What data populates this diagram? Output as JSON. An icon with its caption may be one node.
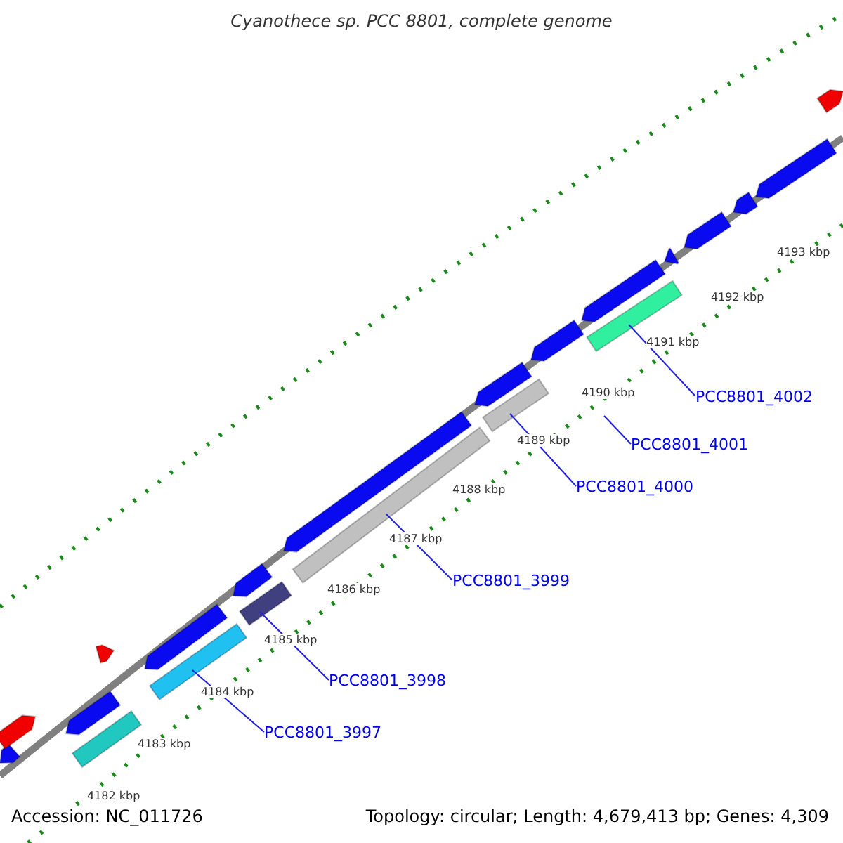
{
  "diagram": {
    "title": "Cyanothece sp. PCC 8801, complete genome",
    "nodes": [
      {
        "text": [
          "PCC8801_3997"
        ]
      },
      {
        "text": [
          "PCC8801_3998"
        ]
      },
      {
        "text": [
          "PCC8801_3999"
        ]
      },
      {
        "text": [
          "PCC8801_4000"
        ]
      },
      {
        "text": [
          "PCC8801_4001"
        ]
      },
      {
        "text": [
          "PCC8801_4002"
        ]
      },
      {
        "text": [],
        "shape": "bar"
      },
      {
        "text": [],
        "shape": "bar"
      },
      {
        "text": [],
        "shape": "bar"
      },
      {
        "text": [],
        "shape": "bar"
      },
      {
        "text": [],
        "shape": "bar"
      }
    ],
    "edges": [
      {
        "from": 0,
        "to": 6,
        "arrow": "none"
      },
      {
        "from": 1,
        "to": 7,
        "arrow": "none"
      },
      {
        "from": 2,
        "to": 8,
        "arrow": "none"
      },
      {
        "from": 3,
        "to": 9,
        "arrow": "none"
      },
      {
        "from": 4,
        "to": null,
        "arrow": "none"
      },
      {
        "from": 5,
        "to": 10,
        "arrow": "none"
      }
    ],
    "labels": [
      "4193 kbp",
      "4192 kbp",
      "4191 kbp",
      "4190 kbp",
      "4189 kbp",
      "4188 kbp",
      "4187 kbp",
      "4186 kbp",
      "4185 kbp",
      "4184 kbp",
      "4183 kbp",
      "4182 kbp",
      "Accession: NC_011726",
      "Topology: circular; Length: 4,679,413 bp; Genes: 4,309"
    ]
  }
}
